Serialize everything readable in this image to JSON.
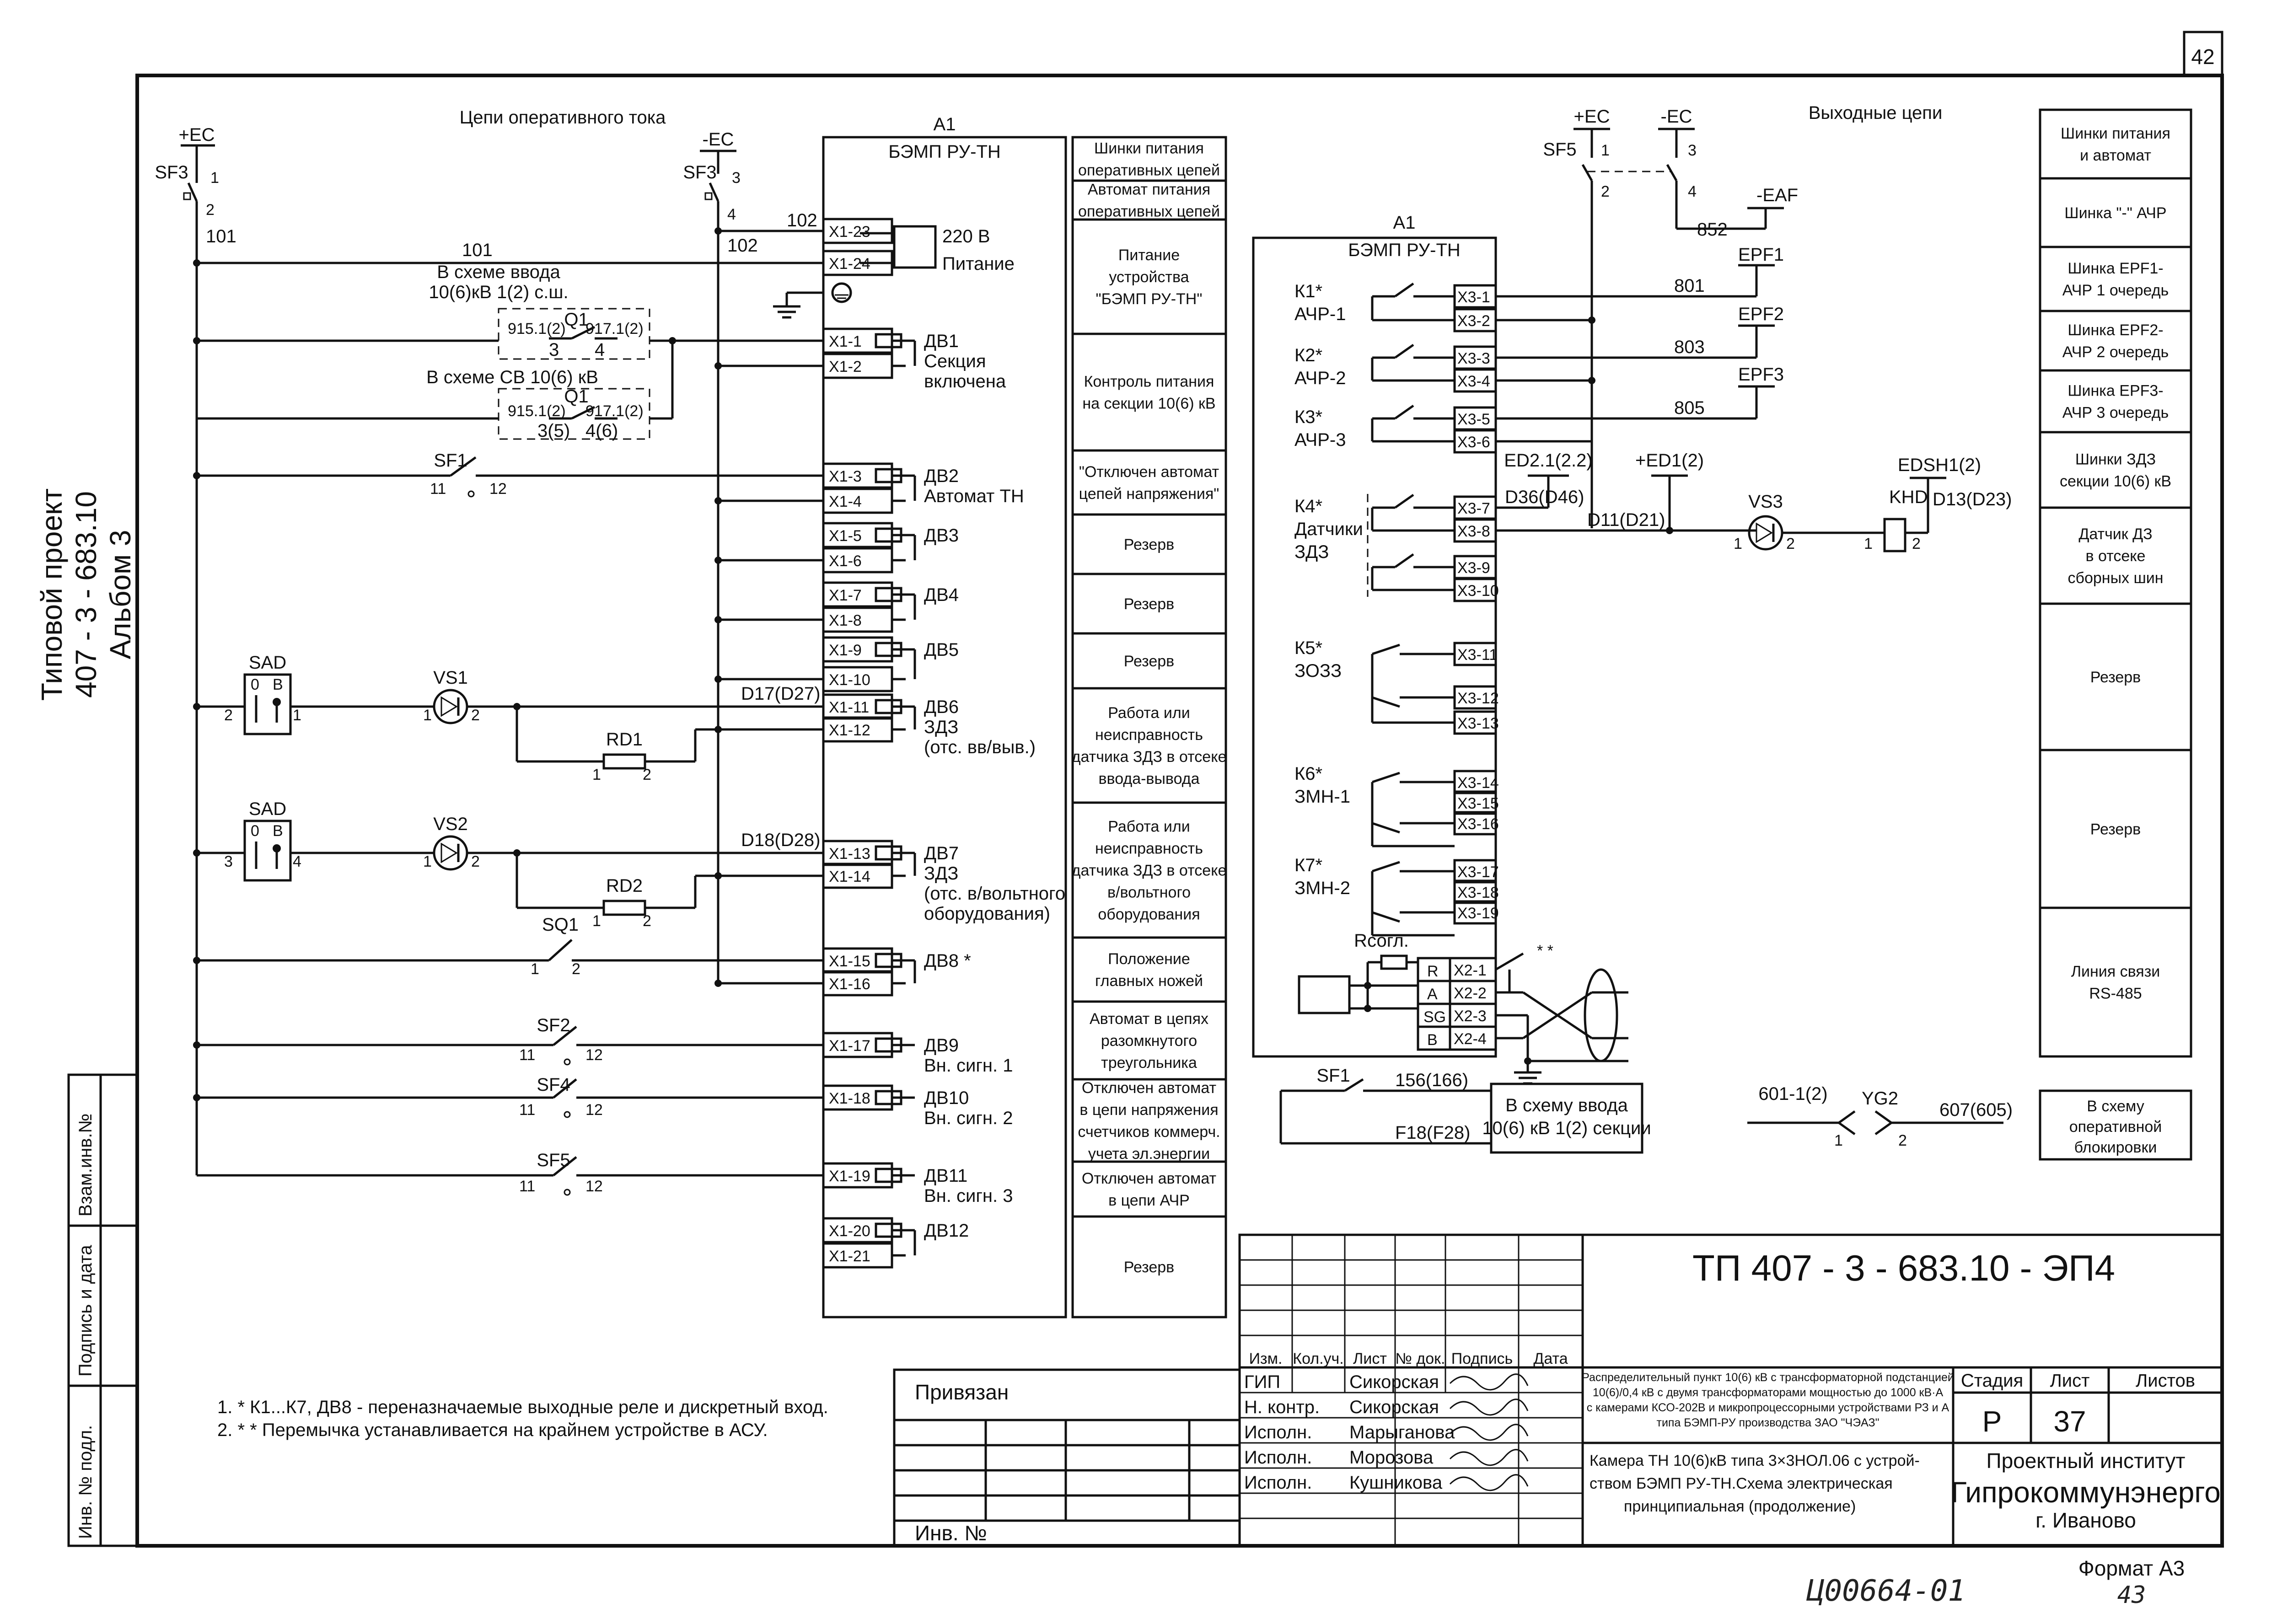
{
  "sheet": {
    "page_number": "42",
    "stamp_code": "ТП  407 - 3 - 683.10 - ЭП4",
    "format": "Формат А3",
    "handwritten_bottom": "Ц00664-01",
    "handwritten_page": "43"
  },
  "side_title": {
    "line1": "Типовой проект",
    "line2": "407 - 3 - 683.10",
    "line3": "Альбом  3"
  },
  "side_stamp": {
    "col1": "Взам.инв.№",
    "col2": "Подпись и дата",
    "col3": "Инв. № подл."
  },
  "headers": {
    "control_circuits": "Цепи оперативного тока",
    "output_circuits": "Выходные цепи",
    "a1_left_title": "А1",
    "a1_left_sub": "БЭМП РУ-ТН",
    "a1_right_title": "А1",
    "a1_right_sub": "БЭМП РУ-ТН"
  },
  "left_labels": {
    "pec": "+ЕС",
    "mec": "-ЕС",
    "sf3a": "SF3",
    "sf3b": "SF3",
    "n1": "1",
    "n2": "2",
    "n3": "3",
    "n4": "4",
    "w101a": "101",
    "w101b": "101",
    "w102a": "102",
    "w102b": "102",
    "pwr1": "220 В",
    "pwr2": "Питание",
    "inscheme1": "В схеме ввода",
    "inscheme2": "10(6)кВ 1(2) с.ш.",
    "q1a": "Q1",
    "t9151": "915.1(2)",
    "t9171": "917.1(2)",
    "c3": "3",
    "c4": "4",
    "svscheme": "В схеме СВ 10(6) кВ",
    "q1b": "Q1",
    "t9152": "915.1(2)",
    "t9172": "917.1(2)",
    "c35": "3(5)",
    "c46": "4(6)",
    "sf1": "SF1",
    "sf1_11": "11",
    "sf1_12": "12",
    "sad1": "SAD",
    "sad1_0": "0",
    "sad1_b": "В",
    "sad1_2": "2",
    "sad1_1": "1",
    "vs1": "VS1",
    "vs1_1": "1",
    "vs1_2": "2",
    "rd1": "RD1",
    "rd1_1": "1",
    "rd1_2": "2",
    "d17": "D17(D27)",
    "sad2": "SAD",
    "sad2_0": "0",
    "sad2_b": "В",
    "sad2_3": "3",
    "sad2_4": "4",
    "vs2": "VS2",
    "vs2_1": "1",
    "vs2_2": "2",
    "rd2": "RD2",
    "rd2_1": "1",
    "rd2_2": "2",
    "d18": "D18(D28)",
    "sq1": "SQ1",
    "sq1_1": "1",
    "sq1_2": "2",
    "sf2": "SF2",
    "sf2_11": "11",
    "sf2_12": "12",
    "sf4": "SF4",
    "sf4_11": "11",
    "sf4_12": "12",
    "sf5": "SF5",
    "sf5_11": "11",
    "sf5_12": "12"
  },
  "left_terminals": [
    "Х1-23",
    "Х1-24",
    "Х1-1",
    "Х1-2",
    "Х1-3",
    "Х1-4",
    "Х1-5",
    "Х1-6",
    "Х1-7",
    "Х1-8",
    "Х1-9",
    "Х1-10",
    "Х1-11",
    "Х1-12",
    "Х1-13",
    "Х1-14",
    "Х1-15",
    "Х1-16",
    "Х1-17",
    "Х1-18",
    "Х1-19",
    "Х1-20",
    "Х1-21"
  ],
  "inputs": {
    "dv1": "ДВ1",
    "dv1a": "Секция",
    "dv1b": "включена",
    "dv2": "ДВ2",
    "dv2a": "Автомат ТН",
    "dv3": "ДВ3",
    "dv4": "ДВ4",
    "dv5": "ДВ5",
    "dv6": "ДВ6",
    "dv6a": "ЗДЗ",
    "dv6b": "(отс. вв/выв.)",
    "dv7": "ДВ7",
    "dv7a": "ЗДЗ",
    "dv7b": "(отс. в/вольтного",
    "dv7c": "оборудования)",
    "dv8": "ДВ8 *",
    "dv9": "ДВ9",
    "dv9a": "Вн. сигн. 1",
    "dv10": "ДВ10",
    "dv10a": "Вн. сигн. 2",
    "dv11": "ДВ11",
    "dv11a": "Вн. сигн. 3",
    "dv12": "ДВ12"
  },
  "middle_table": [
    [
      "Шинки питания",
      "оперативных цепей"
    ],
    [
      "Автомат питания",
      "оперативных цепей"
    ],
    [
      "Питание",
      "устройства",
      "\"БЭМП РУ-ТН\""
    ],
    [
      "Контроль питания",
      "на секции 10(6) кВ"
    ],
    [
      "\"Отключен автомат",
      "цепей напряжения\""
    ],
    [
      "Резерв"
    ],
    [
      "Резерв"
    ],
    [
      "Резерв"
    ],
    [
      "Работа или",
      "неисправность",
      "датчика ЗДЗ в отсеке",
      "ввода-вывода"
    ],
    [
      "Работа или",
      "неисправность",
      "датчика ЗДЗ в отсеке",
      "в/вольтного",
      "оборудования"
    ],
    [
      "Положение",
      "главных ножей"
    ],
    [
      "Автомат в цепях",
      "разомкнутого",
      "треугольника"
    ],
    [
      "Отключен автомат",
      "в цепи напряжения",
      "счетчиков коммерч.",
      "учета эл.энергии"
    ],
    [
      "Отключен автомат",
      "в цепи АЧР"
    ],
    [
      "Резерв"
    ]
  ],
  "right_labels": {
    "pec": "+ЕС",
    "mec": "-ЕС",
    "sf5": "SF5",
    "n1": "1",
    "n2": "2",
    "n3": "3",
    "n4": "4",
    "eaf": "-ЕАF",
    "w852": "852",
    "epf1": "ЕРF1",
    "epf2": "ЕРF2",
    "epf3": "ЕРF3",
    "w801": "801",
    "w803": "803",
    "w805": "805",
    "k1": "К1*",
    "k1a": "АЧР-1",
    "k2": "К2*",
    "k2a": "АЧР-2",
    "k3": "К3*",
    "k3a": "АЧР-3",
    "k4": "К4*",
    "k4a": "Датчики",
    "k4b": "ЗДЗ",
    "k5": "К5*",
    "k5a": "ЗОЗЗ",
    "k6": "К6*",
    "k6a": "ЗМН-1",
    "k7": "К7*",
    "k7a": "ЗМН-2",
    "ed21": "ED2.1(2.2)",
    "ed1": "+ED1(2)",
    "edsh": "EDSH1(2)",
    "d36": "D36(D46)",
    "d11": "D11(D21)",
    "d13": "D13(D23)",
    "vs3": "VS3",
    "vs3_1": "1",
    "vs3_2": "2",
    "khd": "KHD",
    "khd_1": "1",
    "khd_2": "2",
    "rsogl": "Rсогл.",
    "r": "R",
    "a": "A",
    "sg": "SG",
    "b": "B",
    "stars": "* *",
    "sf1": "SF1",
    "w156": "156(166)",
    "f18": "F18(F28)",
    "tovvod1": "В схему ввода",
    "tovvod2": "10(6) кВ 1(2) секции",
    "w601": "601-1(2)",
    "yg2": "YG2",
    "yg_1": "1",
    "yg_2": "2",
    "w607": "607(605)"
  },
  "right_terminals": [
    "Х3-1",
    "Х3-2",
    "Х3-3",
    "Х3-4",
    "Х3-5",
    "Х3-6",
    "Х3-7",
    "Х3-8",
    "Х3-9",
    "Х3-10",
    "Х3-11",
    "Х3-12",
    "Х3-13",
    "Х3-14",
    "Х3-15",
    "Х3-16",
    "Х3-17",
    "Х3-18",
    "Х3-19"
  ],
  "x2_terminals": [
    "Х2-1",
    "Х2-2",
    "Х2-3",
    "Х2-4"
  ],
  "right_table": [
    [
      "Шинки питания",
      "и автомат"
    ],
    [
      "Шинка \"-\" АЧР"
    ],
    [
      "Шинка ЕРF1-",
      "АЧР 1 очередь"
    ],
    [
      "Шинка ЕРF2-",
      "АЧР 2 очередь"
    ],
    [
      "Шинка ЕРF3-",
      "АЧР 3 очередь"
    ],
    [
      "Шинки ЗДЗ",
      "секции 10(6) кВ"
    ],
    [
      "Датчик ДЗ",
      "в отсеке",
      "сборных шин"
    ],
    [
      "Резерв"
    ],
    [
      "Резерв"
    ],
    [
      "Линия связи",
      "RS-485"
    ]
  ],
  "block_scheme": [
    "В схему",
    "оперативной",
    "блокировки"
  ],
  "notes": {
    "n1": "1.  *    К1...К7, ДВ8 - переназначаемые выходные реле и дискретный вход.",
    "n2": "2.  * *  Перемычка устанавливается на крайнем устройстве в АСУ."
  },
  "title_block": {
    "bound": "Привязан",
    "inv": "Инв. №",
    "col_headers": [
      "Изм.",
      "Кол.уч.",
      "Лист",
      "№ док.",
      "Подпись",
      "Дата"
    ],
    "roles": [
      "ГИП",
      "Н. контр.",
      "Исполн.",
      "Исполн.",
      "Исполн."
    ],
    "names": [
      "Сикорская",
      "Сикорская",
      "Марыганова",
      "Морозова",
      "Кушникова"
    ],
    "project_desc": [
      "Распределительный пункт 10(6) кВ с трансформаторной подстанцией",
      "10(6)/0,4 кВ с двумя трансформаторами мощностью до 1000 кВ·А",
      "с камерами КСО-202В и микропроцессорными устройствами РЗ и А",
      "типа БЭМП-РУ производства ЗАО \"ЧЭАЗ\""
    ],
    "sheet_desc_1": "Камера ТН 10(6)кВ типа 3×3НОЛ.06 с устрой-",
    "sheet_desc_2": "ством БЭМП РУ-ТН.Схема электрическая",
    "sheet_desc_3": "принципиальная (продолжение)",
    "stage_h": "Стадия",
    "sheet_h": "Лист",
    "sheets_h": "Листов",
    "stage": "Р",
    "sheet_no": "37",
    "org1": "Проектный институт",
    "org2": "Гипрокоммунэнерго",
    "org3": "г. Иваново"
  }
}
